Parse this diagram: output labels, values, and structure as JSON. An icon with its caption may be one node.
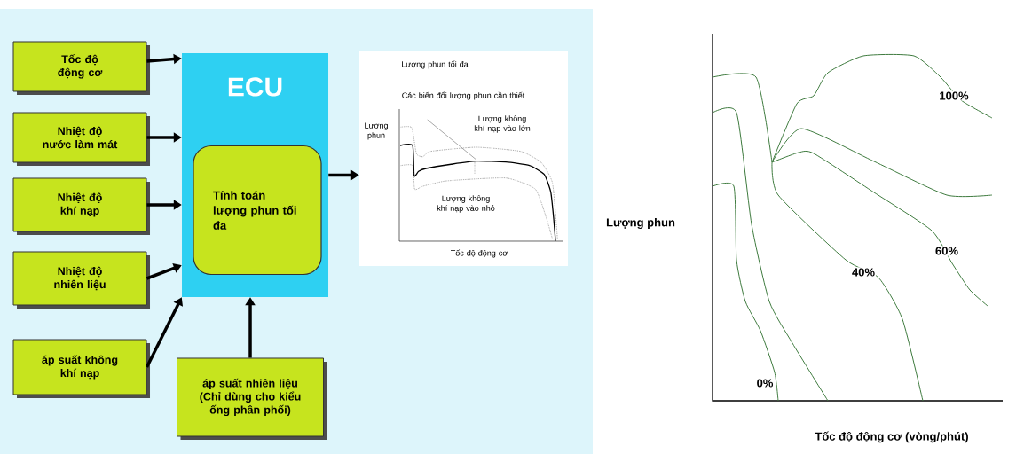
{
  "diagram": {
    "nodes": [
      {
        "text": [
          "Tốc độ động cơ"
        ]
      },
      {
        "text": [
          "Nhiệt độ nước làm mát"
        ]
      },
      {
        "text": [
          "Nhiệt độ khí nạp"
        ]
      },
      {
        "text": [
          "Nhiệt độ nhiên liệu"
        ]
      },
      {
        "text": [
          "áp suất không khí nạp"
        ]
      },
      {
        "text": [
          "ECU"
        ]
      },
      {
        "text": [
          "Tính toán lượng phun tối đa"
        ],
        "in": 5
      },
      {
        "text": [
          "áp suất nhiên liệu (Chỉ dùng cho kiểu ống phân phối)"
        ]
      },
      {
        "text": [
          "Lượng phun tối đa",
          "Các biến đổi lượng phun cần thiết",
          "Lượng phun",
          "Lượng không khí nạp vào lớn",
          "Lượng không khí nạp vào nhỏ",
          "Tốc độ động cơ"
        ]
      }
    ],
    "edges": [
      {
        "from": 0,
        "to": 5,
        "arrow": "to"
      },
      {
        "from": 1,
        "to": 5,
        "arrow": "to"
      },
      {
        "from": 2,
        "to": 5,
        "arrow": "to"
      },
      {
        "from": 3,
        "to": 5,
        "arrow": "to"
      },
      {
        "from": 4,
        "to": 5,
        "arrow": "to"
      },
      {
        "from": 7,
        "to": 5,
        "arrow": "to"
      },
      {
        "from": 5,
        "to": 8,
        "arrow": "to"
      }
    ],
    "labels": [
      "Lượng phun",
      "100%",
      "60%",
      "40%",
      "0%",
      "Tốc độ động cơ (vòng/phút)"
    ]
  }
}
